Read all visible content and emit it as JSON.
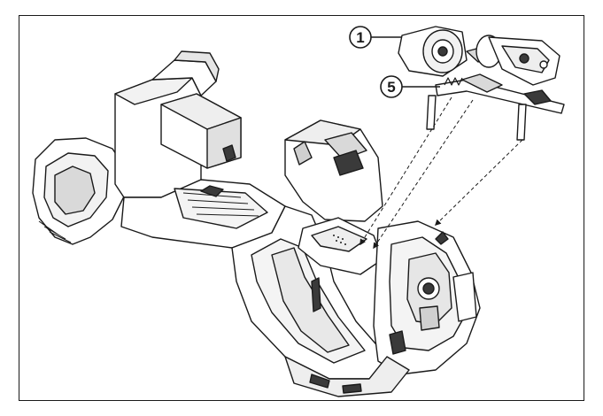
{
  "figure": {
    "callouts": [
      {
        "id": "callout-1",
        "label": "1"
      },
      {
        "id": "callout-5",
        "label": "5"
      }
    ],
    "colors": {
      "line": "#1a1a1a",
      "fill": "#ffffff",
      "shade": "#d9d9d9",
      "dark": "#3a3a3a"
    },
    "icons": [
      "assembly-illustration",
      "mounting-bracket",
      "steering-pivot",
      "dashed-guide-arrow"
    ]
  }
}
